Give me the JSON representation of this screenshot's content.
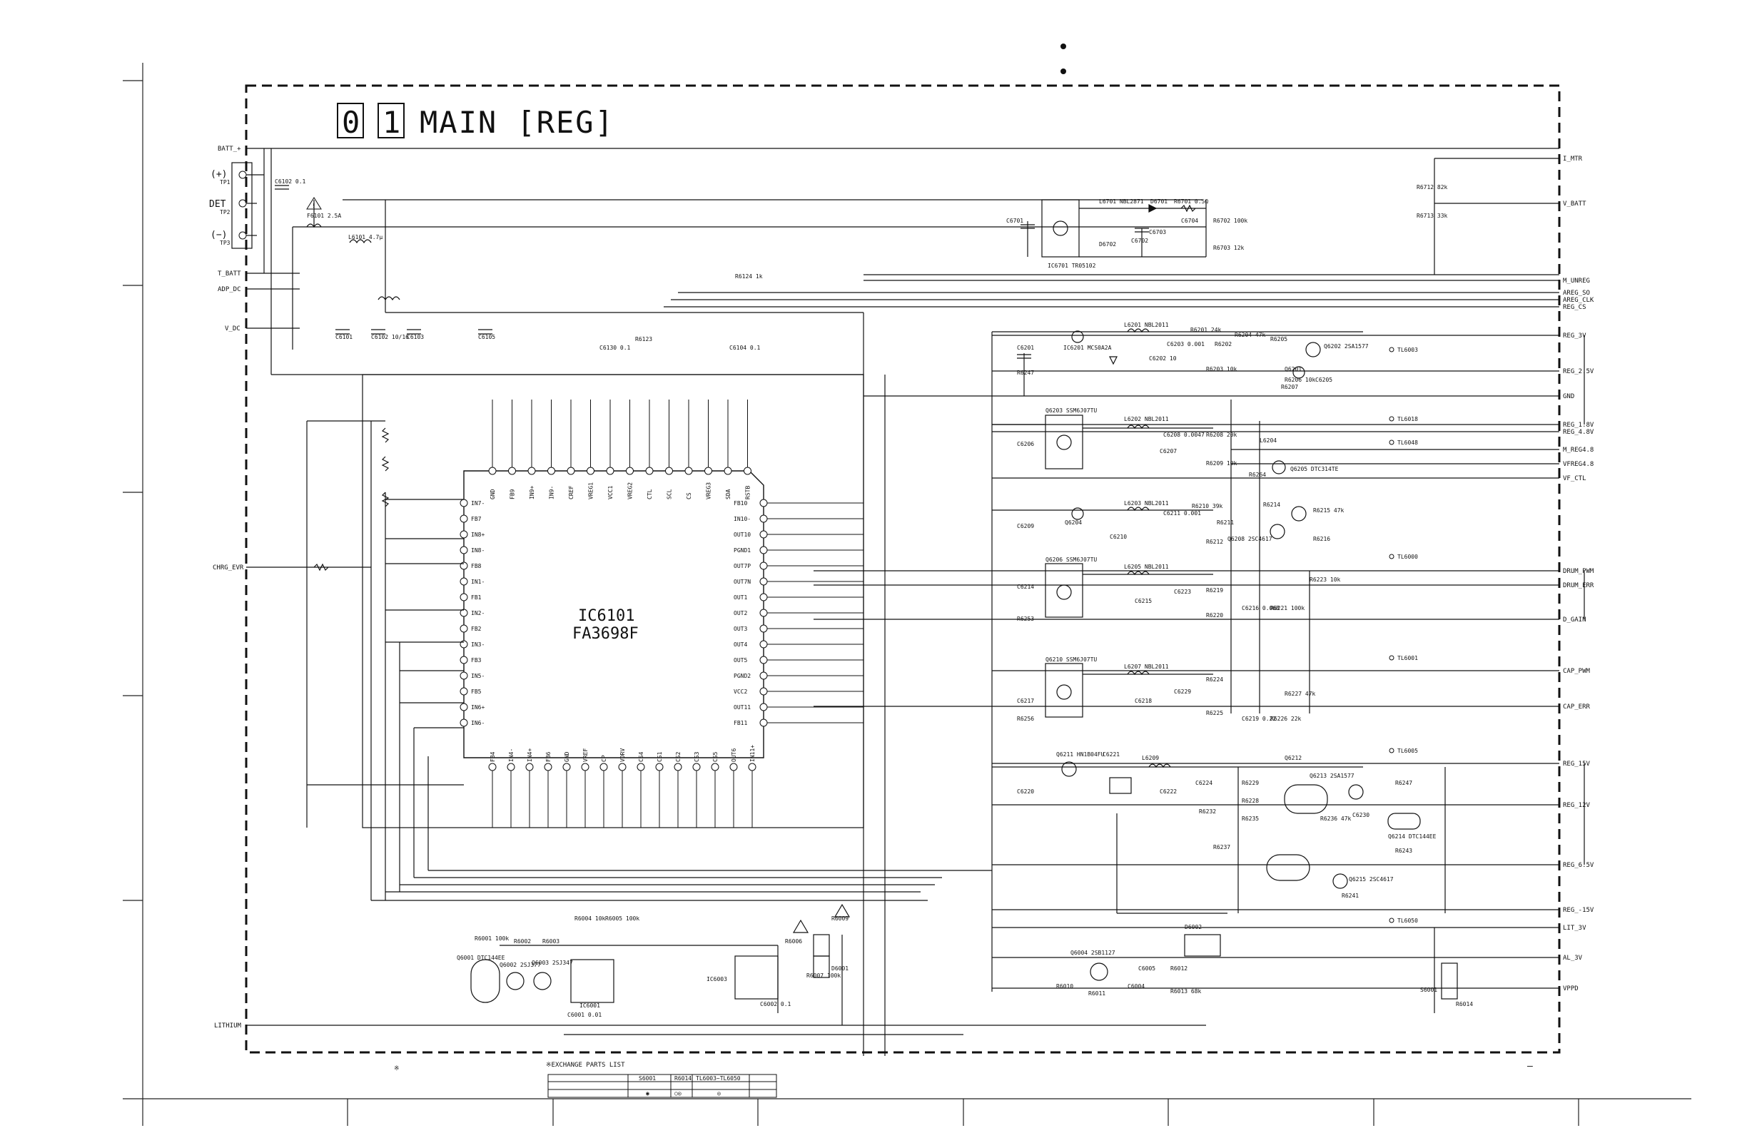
{
  "title": {
    "box1": "0",
    "box2": "1",
    "text": "MAIN [REG]"
  },
  "ic": {
    "ref": "IC6101",
    "part": "FA3698F"
  },
  "left_ports": [
    "BATT_+",
    "T_BATT",
    "ADP_DC",
    "V_DC",
    "CHRG_EVR",
    "LITHIUM"
  ],
  "battery_terminals": [
    {
      "sym": "(+)",
      "tp": "TP1"
    },
    {
      "sym": "DET",
      "tp": "TP2"
    },
    {
      "sym": "(−)",
      "tp": "TP3"
    }
  ],
  "right_ports": [
    "I_MTR",
    "V_BATT",
    "M_UNREG",
    "AREG_SO",
    "AREG_CLK",
    "REG_CS",
    "REG_3V",
    "REG_2.5V",
    "GND",
    "REG_1.8V",
    "REG_4.8V",
    "M_REG4.8",
    "VFREG4.8",
    "VF_CTL",
    "DRUM_PWM",
    "DRUM_ERR",
    "D_GAIN",
    "CAP_PWM",
    "CAP_ERR",
    "REG_15V",
    "REG_12V",
    "REG_6.5V",
    "REG_-15V",
    "LIT_3V",
    "AL_3V",
    "VPPD"
  ],
  "testpoints": [
    "TL6003",
    "TL6018",
    "TL6048",
    "TL6000",
    "TL6001",
    "TL6005",
    "TL6050"
  ],
  "ic_top_pins": [
    "GND",
    "FB9",
    "IN9+",
    "IN9-",
    "CREF",
    "VREG1",
    "VCC1",
    "VREG2",
    "CTL",
    "SCL",
    "CS",
    "VREG3",
    "SDA",
    "RSTB"
  ],
  "ic_left_pins": [
    "IN7-",
    "FB7",
    "IN8+",
    "IN8-",
    "FB8",
    "IN1-",
    "FB1",
    "IN2-",
    "FB2",
    "IN3-",
    "FB3",
    "IN5-",
    "FB5",
    "IN6+",
    "IN6-"
  ],
  "ic_right_pins": [
    "FB10",
    "IN10-",
    "OUT10",
    "PGND1",
    "OUT7P",
    "OUT7N",
    "OUT1",
    "OUT2",
    "OUT3",
    "OUT4",
    "OUT5",
    "PGND2",
    "VCC2",
    "OUT11",
    "FB11"
  ],
  "ic_bottom_pins": [
    "FB4",
    "IN4-",
    "IN4+",
    "FB6",
    "GND",
    "VREF",
    "CP",
    "VDRV",
    "CS4",
    "CS1",
    "CS2",
    "CS3",
    "CS5",
    "OUT6",
    "IN11+"
  ],
  "components": {
    "top": [
      "C6102 0.1",
      "F6101 2.5A",
      "L6101 4.7μ",
      "C6101",
      "C6102 10/16",
      "C6103",
      "C6105",
      "C6104 0.1",
      "C6130 0.1",
      "R6123",
      "R6124 1k"
    ],
    "unreg": [
      "C6701",
      "IC6701 TR05102",
      "L6701 NBL2871",
      "C6702",
      "C6703",
      "D6701",
      "D6702",
      "R6701 0.5Ω",
      "R6702 100k",
      "R6703 12k",
      "C6704",
      "R6712 82k",
      "R6713 33k"
    ],
    "reg3v": [
      "IC6201 MCS0A2A",
      "L6201 NBL2011",
      "C6201",
      "C6202 10",
      "C6203 0.001",
      "R6201 24k",
      "R6202",
      "R6203 10k",
      "R6204 47k",
      "R6205",
      "Q6202 2SA1577",
      "Q6201",
      "R6207",
      "R6206 10k",
      "C6205",
      "R6247"
    ],
    "reg18": [
      "Q6203 SSM6J07TU",
      "L6202 NBL2011",
      "C6206",
      "C6207",
      "C6208 0.0047",
      "R6208 20k",
      "R6209 10k",
      "L6204",
      "R6264",
      "Q6205 DTC314TE"
    ],
    "reg48": [
      "Q6204",
      "L6203 NBL2011",
      "C6209",
      "C6210",
      "C6211 0.001",
      "R6210 39k",
      "R6211",
      "R6212",
      "Q6208 2SC4617",
      "R6215 47k",
      "R6216",
      "R6214"
    ],
    "drum": [
      "Q6206 SSM6J07TU",
      "L6205 NBL2011",
      "C6214",
      "C6215",
      "C6223",
      "C6216 0.068",
      "R6219",
      "R6220",
      "R6221 100k",
      "R6223 10k",
      "R6253"
    ],
    "cap": [
      "Q6210 SSM6J07TU",
      "L6207 NBL2011",
      "C6217",
      "C6218",
      "C6229",
      "C6219 0.22",
      "R6224",
      "R6225",
      "R6226 22k",
      "R6227 47k",
      "R6256"
    ],
    "reg15": [
      "Q6211 HN1B04FU",
      "C6221",
      "L6209",
      "C6220",
      "C6222",
      "C6224",
      "R6229",
      "R6228",
      "R6235",
      "R6232",
      "R6236 47k",
      "Q6212",
      "Q6213 2SA1577",
      "R6237",
      "Q6214 DTC144EE",
      "R6247",
      "R6243",
      "C6230",
      "R6241",
      "Q6215 2SC4617"
    ],
    "lithium": [
      "Q6001 DTC144EE",
      "R6001 100k",
      "Q6002 2SJ377",
      "Q6003 2SJ347",
      "R6002",
      "R6003",
      "R6004 10k",
      "R6005 100k",
      "IC6001",
      "C6001 0.01",
      "C6002 0.1",
      "IC6003",
      "R6009",
      "R6012",
      "R6013 68k",
      "D6001",
      "D6002",
      "Q6004 2SB1127",
      "R6010",
      "R6011",
      "C6004",
      "C6005",
      "S6001",
      "R6014",
      "R6006",
      "R6007 100k"
    ]
  },
  "exchange_table": {
    "title": "※EXCHANGE PARTS LIST",
    "headers": [
      "S6001",
      "R6014",
      "TL6003~TL6050"
    ],
    "row": [
      "◉",
      "○◎",
      "◎"
    ],
    "note": "※"
  },
  "misc": {
    "caution": "!",
    "dash": "—"
  }
}
